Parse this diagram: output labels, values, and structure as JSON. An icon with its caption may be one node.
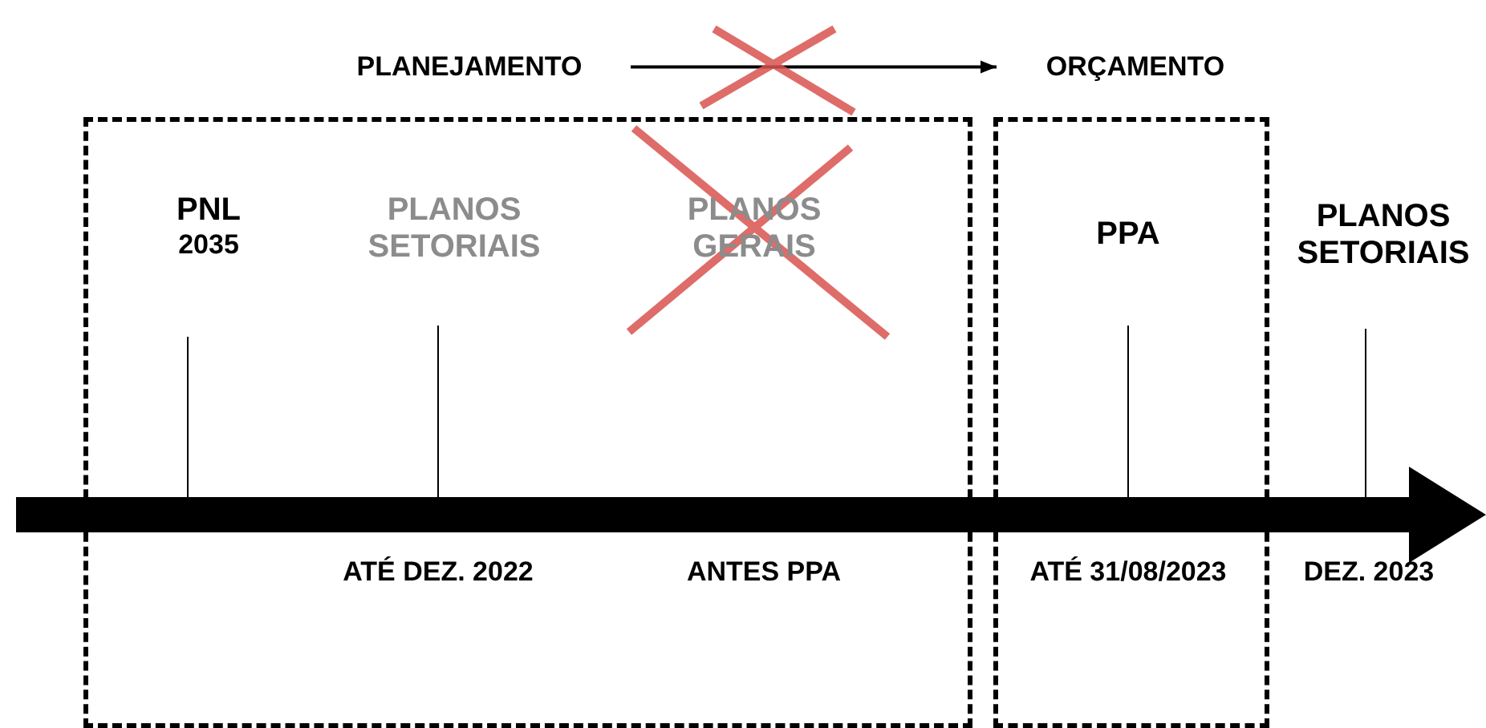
{
  "diagram": {
    "nodes": [
      {
        "text": [
          "PLANEJAMENTO"
        ]
      },
      {
        "text": [
          "ORÇAMENTO"
        ]
      },
      {
        "text": [],
        "shape": "box"
      },
      {
        "text": [
          "PNL",
          "2035"
        ],
        "in": 2
      },
      {
        "text": [
          "PLANOS SETORIAIS"
        ],
        "in": 2
      },
      {
        "text": [
          "PLANOS GERAIS"
        ],
        "in": 2
      },
      {
        "text": [],
        "shape": "box"
      },
      {
        "text": [
          "PPA"
        ],
        "in": 6
      },
      {
        "text": [
          "PLANOS SETORIAIS"
        ]
      }
    ],
    "edges": [
      {
        "from": 0,
        "to": 1,
        "arrow": "to"
      }
    ],
    "labels": [
      "ATÉ DEZ. 2022",
      "ANTES PPA",
      "ATÉ 31/08/2023",
      "DEZ. 2023"
    ]
  }
}
